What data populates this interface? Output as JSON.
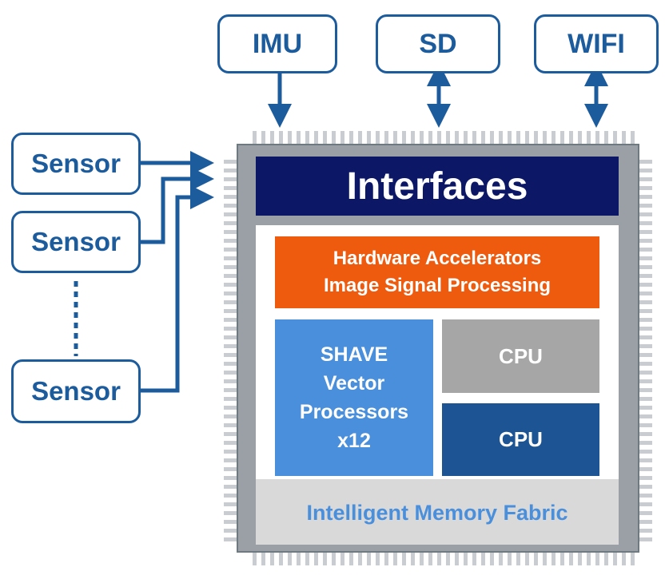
{
  "peripherals": [
    {
      "id": "imu",
      "label": "IMU",
      "direction": "in"
    },
    {
      "id": "sd",
      "label": "SD",
      "direction": "bidirectional"
    },
    {
      "id": "wifi",
      "label": "WIFI",
      "direction": "bidirectional"
    }
  ],
  "sensors": [
    {
      "label": "Sensor"
    },
    {
      "label": "Sensor"
    },
    {
      "label": "Sensor"
    }
  ],
  "chip": {
    "interfaces_label": "Interfaces",
    "accelerators": {
      "line1": "Hardware Accelerators",
      "line2": "Image Signal Processing"
    },
    "shave": {
      "line1": "SHAVE",
      "line2": "Vector",
      "line3": "Processors",
      "line4": "x12"
    },
    "cpu_top_label": "CPU",
    "cpu_bottom_label": "CPU",
    "memory_label": "Intelligent Memory Fabric"
  },
  "colors": {
    "outline_blue": "#1c5b9c",
    "interfaces_navy": "#0c1766",
    "accelerator_orange": "#ee5b0f",
    "shave_blue": "#4a8fdb",
    "cpu_gray": "#a6a6a6",
    "cpu_blue": "#1c5494",
    "chip_gray": "#9aa0a6",
    "memory_text": "#4a8fdb"
  }
}
